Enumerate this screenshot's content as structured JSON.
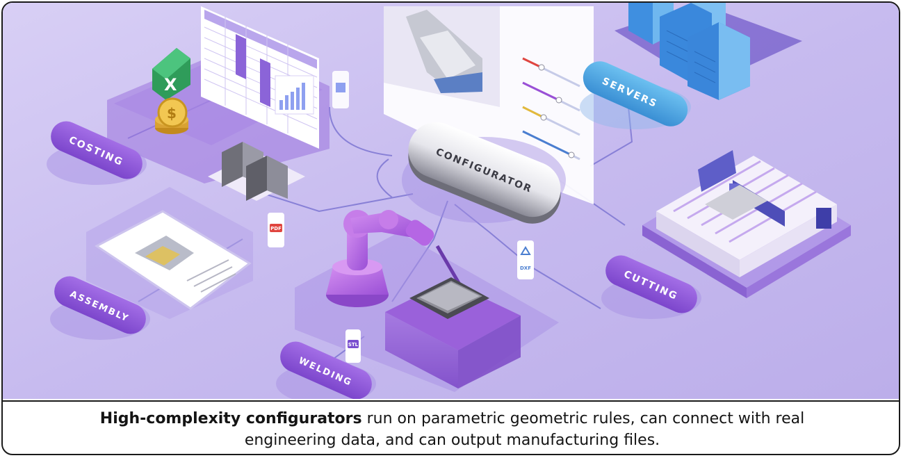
{
  "scene": {
    "hub_label": "CONFIGURATOR",
    "nodes": {
      "costing": "COSTING",
      "assembly": "ASSEMBLY",
      "welding": "WELDING",
      "cutting": "CUTTING",
      "servers": "SERVERS"
    },
    "files": {
      "pdf": "PDF",
      "dxf": "DXF",
      "stl": "STL"
    },
    "colors": {
      "background": "#c9bdf0",
      "purple_pill": "#8f59d9",
      "blue_pill": "#4ba6e0",
      "connector": "#7f78d4"
    }
  },
  "caption": {
    "bold": "High-complexity configurators",
    "rest": " run on parametric geometric rules, can connect with real engineering data, and can output manufacturing files."
  }
}
